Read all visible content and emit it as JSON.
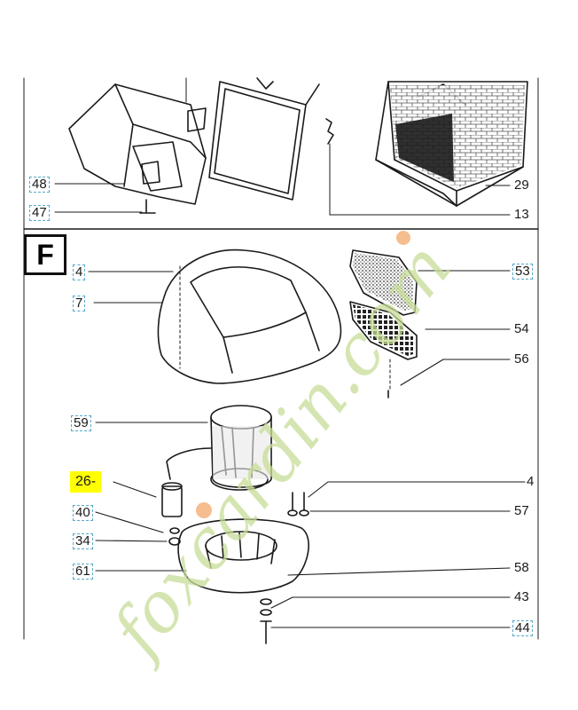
{
  "section_letter": "F",
  "watermark_text": "foxcardin.com",
  "highlight_color": "#ffff00",
  "watermark_colors": [
    "#c7dd97",
    "#f4b27a",
    "#a09c96"
  ],
  "callouts": {
    "c48": "48",
    "c47": "47",
    "c29": "29",
    "c13": "13",
    "c4a": "4",
    "c7": "7",
    "c53": "53",
    "c54": "54",
    "c56": "56",
    "c59": "59",
    "c26": "26-",
    "c4b": "4",
    "c40": "40",
    "c57": "57",
    "c34": "34",
    "c58": "58",
    "c61": "61",
    "c43": "43",
    "c44": "44"
  }
}
